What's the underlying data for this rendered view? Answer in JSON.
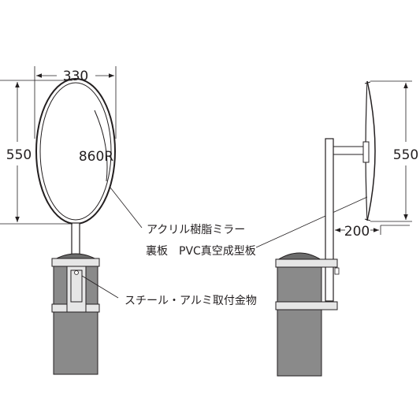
{
  "dimensions": {
    "front_width": "330",
    "front_height": "550",
    "radius": "860R",
    "side_height": "550",
    "side_depth": "200"
  },
  "labels": {
    "mirror": "アクリル樹脂ミラー",
    "backplate": "裏板　PVC真空成型板",
    "bracket": "スチール・アルミ取付金物"
  },
  "colors": {
    "line": "#231f20",
    "pipe_fill": "#8a8a8a",
    "pipe_dark": "#6b6b6b",
    "band_fill": "#e6e6e6"
  }
}
